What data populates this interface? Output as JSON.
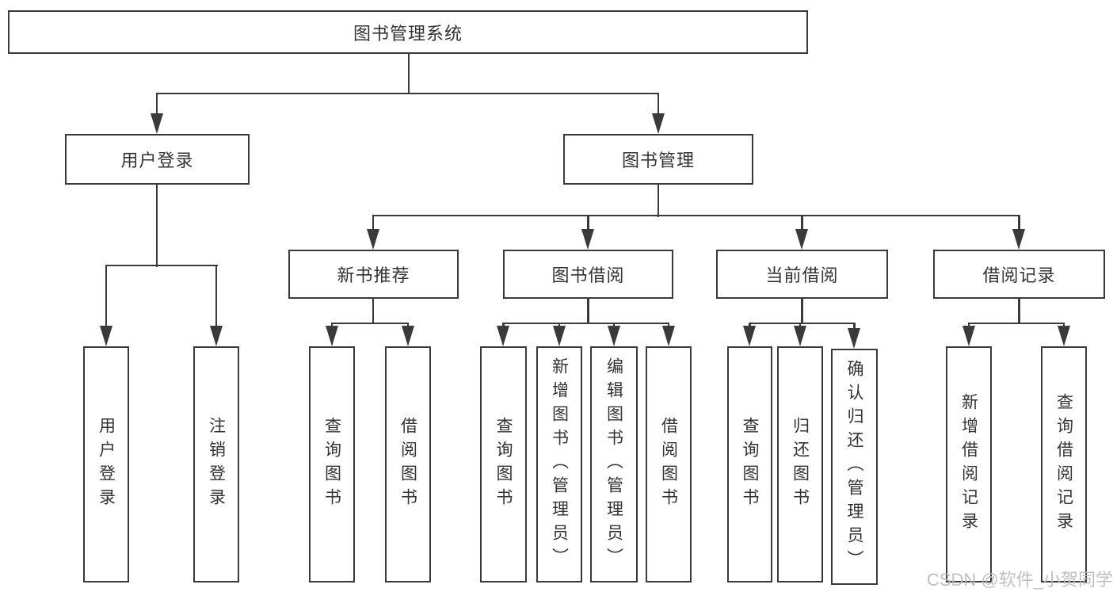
{
  "diagram_title": "图书管理系统",
  "tree": {
    "root": "图书管理系统",
    "children": [
      {
        "label": "用户登录",
        "children": [
          {
            "label": "用户登录"
          },
          {
            "label": "注销登录"
          }
        ]
      },
      {
        "label": "图书管理",
        "children": [
          {
            "label": "新书推荐",
            "children": [
              {
                "label": "查询图书"
              },
              {
                "label": "借阅图书"
              }
            ]
          },
          {
            "label": "图书借阅",
            "children": [
              {
                "label": "查询图书"
              },
              {
                "label": "新增图书（管理员）"
              },
              {
                "label": "编辑图书（管理员）"
              },
              {
                "label": "借阅图书"
              }
            ]
          },
          {
            "label": "当前借阅",
            "children": [
              {
                "label": "查询图书"
              },
              {
                "label": "归还图书"
              },
              {
                "label": "确认归还（管理员）"
              }
            ]
          },
          {
            "label": "借阅记录",
            "children": [
              {
                "label": "新增借阅记录"
              },
              {
                "label": "查询借阅记录"
              }
            ]
          }
        ]
      }
    ]
  },
  "watermark": {
    "text": "CSDN @软件_小贺同学"
  },
  "colors": {
    "line": "#3a3a3a",
    "text": "#333333",
    "background": "#ffffff",
    "watermark": "#bcbcbc"
  }
}
